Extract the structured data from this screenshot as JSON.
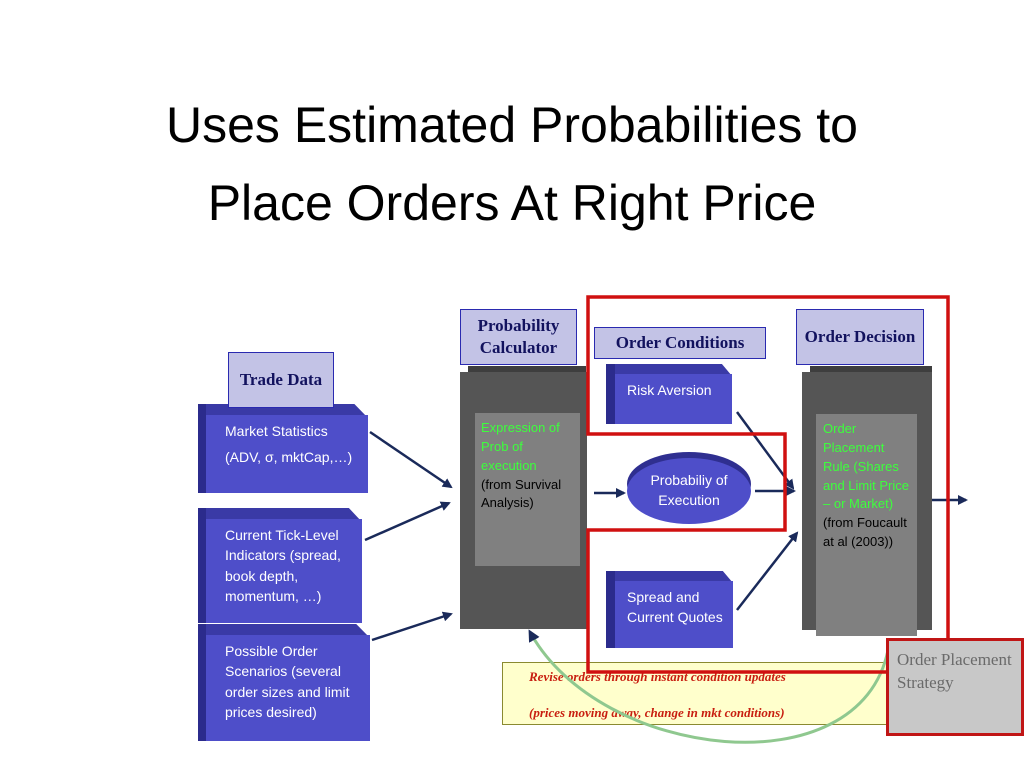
{
  "title": {
    "line1": "Uses Estimated Probabilities to",
    "line2": "Place Orders At Right Price"
  },
  "headers": {
    "trade_data": "Trade Data",
    "probability_calculator": "Probability Calculator",
    "order_conditions": "Order Conditions",
    "order_decision": "Order Decision"
  },
  "inputs": {
    "market_statistics": {
      "label": "Market Statistics",
      "detail": "(ADV, σ, mktCap,…)"
    },
    "tick_level": "Current Tick-Level Indicators (spread, book depth, momentum, …)",
    "order_scenarios": "Possible Order Scenarios (several order sizes and limit prices desired)"
  },
  "calculator": {
    "expression": "Expression of Prob of execution",
    "source": "(from Survival Analysis)"
  },
  "conditions": {
    "risk_aversion": "Risk Aversion",
    "probability_of_execution": "Probabiliy of Execution",
    "spread_quotes": "Spread and Current Quotes"
  },
  "decision": {
    "rule": "Order Placement Rule (Shares and Limit Price – or Market)",
    "source": "(from Foucault at al (2003))"
  },
  "feedback": {
    "line1": "Revise orders through instant condition updates",
    "line2": "(prices moving away, change in mkt conditions)"
  },
  "strategy_label": "Order Placement Strategy",
  "colors": {
    "box_blue": "#4e4ec9",
    "header_fill": "#c3c3e6",
    "highlight_red": "#d01010",
    "green_text": "#3cff3c",
    "arrow_navy": "#1a2a5a",
    "feedback_green": "#8fc88f"
  }
}
